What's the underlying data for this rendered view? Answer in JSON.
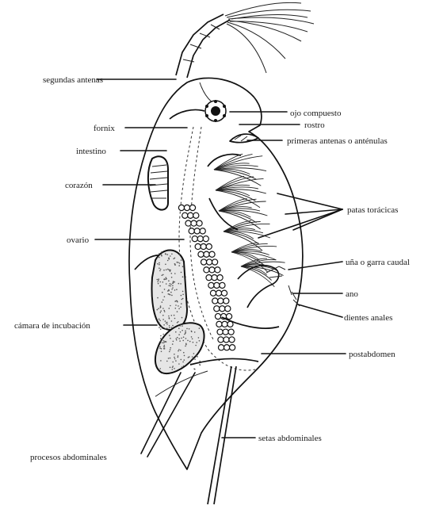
{
  "diagram": {
    "labels": {
      "segundas_antenas": "segundas antenas",
      "ojo_compuesto": "ojo compuesto",
      "rostro": "rostro",
      "fornix": "fornix",
      "primeras_antenas": "primeras antenas o anténulas",
      "intestino": "intestino",
      "corazon": "corazón",
      "patas_toracicas": "patas torácicas",
      "ovario": "ovario",
      "una_garra_caudal": "uña o garra caudal",
      "ano": "ano",
      "camara_incubacion": "cámara de incubación",
      "dientes_anales": "dientes anales",
      "postabdomen": "postabdomen",
      "setas_abdominales": "setas abdominales",
      "procesos_abdominales": "procesos abdominales"
    }
  }
}
